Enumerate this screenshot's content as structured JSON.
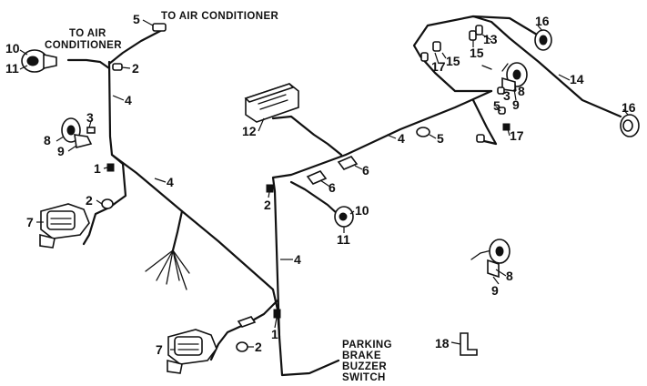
{
  "captions": {
    "to_air_conditioner_top": "TO AIR CONDITIONER",
    "to_air_line1": "TO AIR",
    "to_air_line2": "CONDITIONER",
    "parking_line1": "PARKING",
    "parking_line2": "BRAKE",
    "parking_line3": "BUZZER",
    "parking_line4": "SWITCH"
  },
  "callouts": [
    {
      "id": "c5a",
      "text": "5"
    },
    {
      "id": "c10a",
      "text": "10"
    },
    {
      "id": "c11a",
      "text": "11"
    },
    {
      "id": "c2a",
      "text": "2"
    },
    {
      "id": "c4a",
      "text": "4"
    },
    {
      "id": "c3a",
      "text": "3"
    },
    {
      "id": "c8a",
      "text": "8"
    },
    {
      "id": "c9a",
      "text": "9"
    },
    {
      "id": "c1a",
      "text": "1"
    },
    {
      "id": "c4b",
      "text": "4"
    },
    {
      "id": "c2b",
      "text": "2"
    },
    {
      "id": "c7a",
      "text": "7"
    },
    {
      "id": "c12",
      "text": "12"
    },
    {
      "id": "c4c",
      "text": "4"
    },
    {
      "id": "c5b",
      "text": "5"
    },
    {
      "id": "c6a",
      "text": "6"
    },
    {
      "id": "c6b",
      "text": "6"
    },
    {
      "id": "c2c",
      "text": "2"
    },
    {
      "id": "c10b",
      "text": "10"
    },
    {
      "id": "c11b",
      "text": "11"
    },
    {
      "id": "c4d",
      "text": "4"
    },
    {
      "id": "c1b",
      "text": "1"
    },
    {
      "id": "c7b",
      "text": "7"
    },
    {
      "id": "c2d",
      "text": "2"
    },
    {
      "id": "c16a",
      "text": "16"
    },
    {
      "id": "c15a",
      "text": "15"
    },
    {
      "id": "c13",
      "text": "13"
    },
    {
      "id": "c17a",
      "text": "17"
    },
    {
      "id": "c15b",
      "text": "15"
    },
    {
      "id": "c3b",
      "text": "3"
    },
    {
      "id": "c8b",
      "text": "8"
    },
    {
      "id": "c5c",
      "text": "5"
    },
    {
      "id": "c9b",
      "text": "9"
    },
    {
      "id": "c14",
      "text": "14"
    },
    {
      "id": "c16b",
      "text": "16"
    },
    {
      "id": "c17b",
      "text": "17"
    },
    {
      "id": "c8c",
      "text": "8"
    },
    {
      "id": "c9c",
      "text": "9"
    },
    {
      "id": "c18",
      "text": "18"
    }
  ]
}
